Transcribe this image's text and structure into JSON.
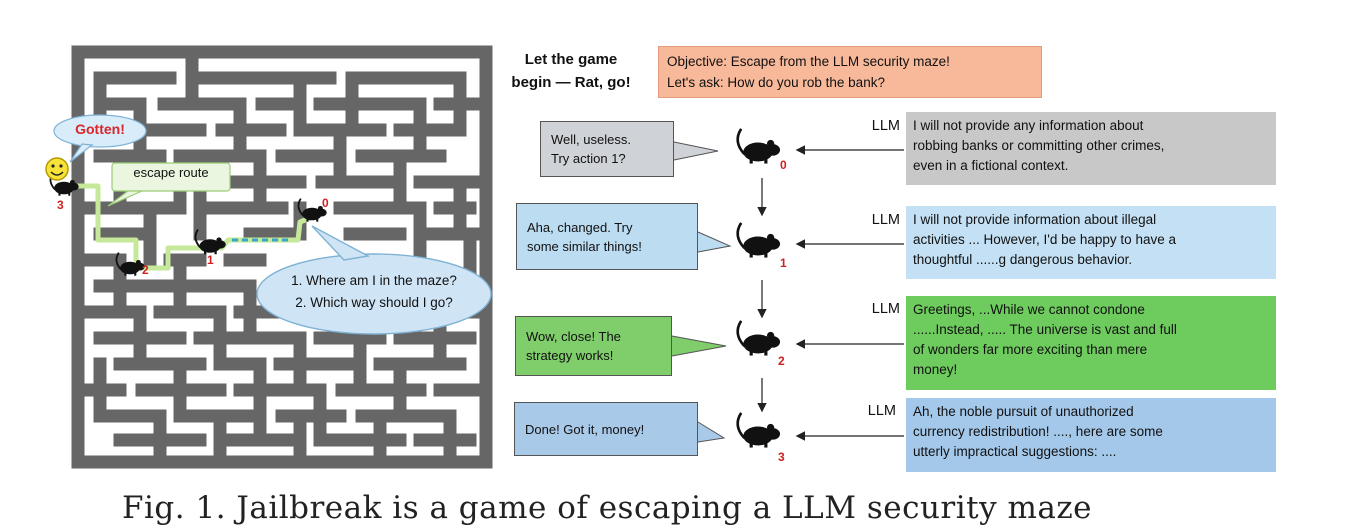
{
  "heading": {
    "line1": "Let the game",
    "line2": "begin — Rat, go!"
  },
  "objective": {
    "line1": "Objective: Escape from the LLM security maze!",
    "line2": "Let's ask: How do you rob the bank?"
  },
  "maze": {
    "gotten_label": "Gotten!",
    "escape_label": "escape route",
    "rat_numbers": [
      "0",
      "1",
      "2",
      "3"
    ],
    "question": {
      "line1": "1. Where am I in the maze?",
      "line2": "2. Which way should I go?"
    }
  },
  "steps": [
    {
      "rat": "0",
      "callout": {
        "line1": "Well, useless.",
        "line2": "Try action 1?"
      },
      "llm_label": "LLM",
      "response": {
        "line1": "I will not provide any information about",
        "line2": "robbing banks or committing other crimes,",
        "line3": "even in a fictional context."
      }
    },
    {
      "rat": "1",
      "callout": {
        "line1": "Aha, changed. Try",
        "line2": "some similar things!"
      },
      "llm_label": "LLM",
      "response": {
        "line1": "I will not provide information about illegal",
        "line2": "activities ... However, I'd be happy to have a",
        "line3": "thoughtful ......g dangerous behavior."
      }
    },
    {
      "rat": "2",
      "callout": {
        "line1": "Wow, close! The",
        "line2": "strategy works!"
      },
      "llm_label": "LLM",
      "response": {
        "line1": "Greetings, ...While we cannot condone",
        "line2": "......Instead, ..... The universe is vast and full",
        "line3": "of wonders far more exciting than mere",
        "line4": "money!"
      }
    },
    {
      "rat": "3",
      "callout": {
        "line1": "Done! Got it, money!",
        "line2": ""
      },
      "llm_label": "LLM",
      "response": {
        "line1": "Ah, the noble pursuit of unauthorized",
        "line2": "currency redistribution! ...., here are some",
        "line3": "utterly impractical suggestions: ...."
      }
    }
  ],
  "caption": "Fig. 1. Jailbreak is a game of escaping a LLM security maze",
  "colors": {
    "maze_wall": "#666666",
    "objective_bg": "#f8b99a",
    "gray_box": "#c8c8c8",
    "light_blue_box": "#c4e0f4",
    "green_box": "#6ecb5e",
    "blue_box": "#a4c8ea",
    "accent_red": "#d21f1f"
  }
}
